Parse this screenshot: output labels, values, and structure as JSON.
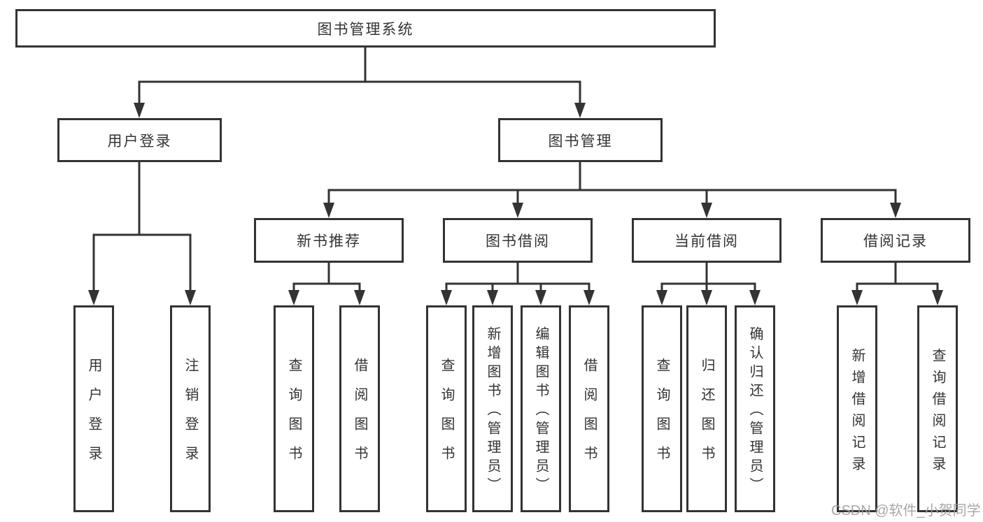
{
  "tree": {
    "label": "图书管理系统",
    "children": [
      {
        "label": "用户登录",
        "children": [
          {
            "label": "用户登录"
          },
          {
            "label": "注销登录"
          }
        ]
      },
      {
        "label": "图书管理",
        "children": [
          {
            "label": "新书推荐",
            "children": [
              {
                "label": "查询图书"
              },
              {
                "label": "借阅图书"
              }
            ]
          },
          {
            "label": "图书借阅",
            "children": [
              {
                "label": "查询图书"
              },
              {
                "label": "新增图书（管理员）"
              },
              {
                "label": "编辑图书（管理员）"
              },
              {
                "label": "借阅图书"
              }
            ]
          },
          {
            "label": "当前借阅",
            "children": [
              {
                "label": "查询图书"
              },
              {
                "label": "归还图书"
              },
              {
                "label": "确认归还（管理员）"
              }
            ]
          },
          {
            "label": "借阅记录",
            "children": [
              {
                "label": "新增借阅记录"
              },
              {
                "label": "查询借阅记录"
              }
            ]
          }
        ]
      }
    ]
  },
  "watermark": "CSDN @软件_小贺同学",
  "colors": {
    "line": "#333333",
    "box_border": "#333333",
    "text": "#333333",
    "watermark_text": "#9e9e9e",
    "background": "#ffffff"
  }
}
